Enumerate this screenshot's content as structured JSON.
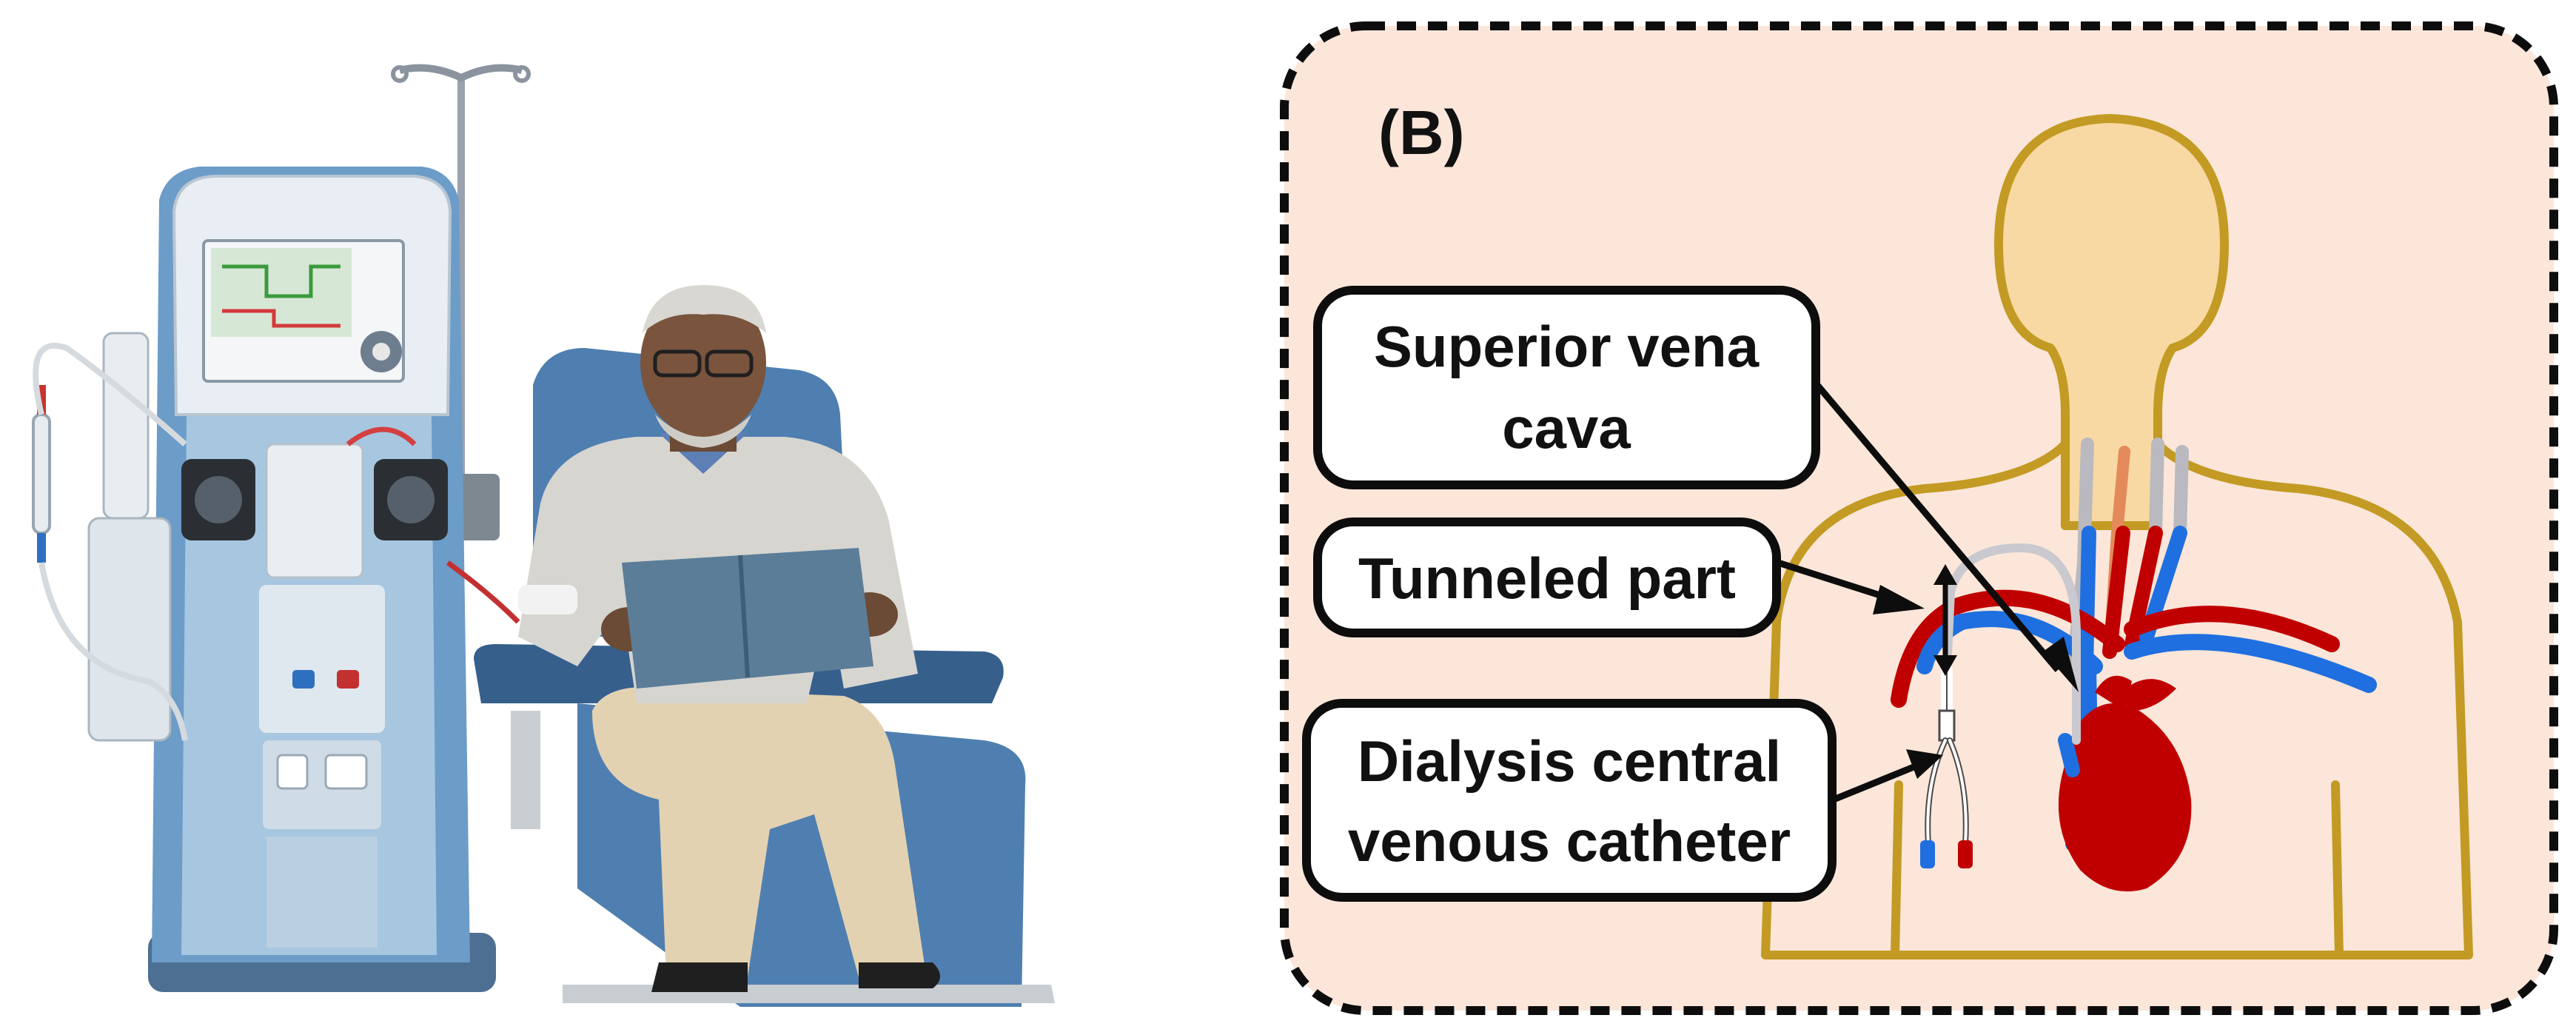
{
  "panel_b": {
    "label": "(B)",
    "callouts": {
      "svc": {
        "line1": "Superior vena",
        "line2": "cava"
      },
      "tunnel": {
        "line1": "Tunneled part"
      },
      "catheter": {
        "line1": "Dialysis central",
        "line2": "venous catheter"
      }
    }
  },
  "colors": {
    "panel_background": "#fbe6d9",
    "body_outline": "#c39a23",
    "head_fill": "#f8d9a3",
    "artery": "#c00000",
    "vein": "#1f6fe0",
    "catheter": "#d0d0d0",
    "machine_blue": "#6c9cc8",
    "chair_blue": "#4f7fb0"
  }
}
